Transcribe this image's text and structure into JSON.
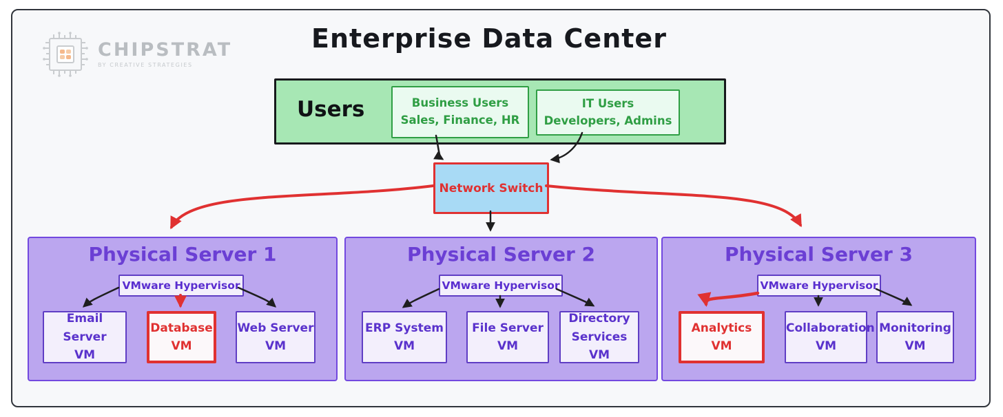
{
  "brand": {
    "name": "CHIPSTRAT",
    "tagline": "BY CREATIVE STRATEGIES"
  },
  "title": "Enterprise Data Center",
  "users_panel": {
    "label": "Users",
    "groups": [
      {
        "title": "Business Users",
        "subtitle": "Sales, Finance, HR"
      },
      {
        "title": "IT Users",
        "subtitle": "Developers, Admins"
      }
    ]
  },
  "network_switch": {
    "label": "Network Switch"
  },
  "servers": [
    {
      "title": "Physical Server 1",
      "hypervisor": "VMware Hypervisor",
      "vms": [
        {
          "name": "Email Server",
          "suffix": "VM",
          "highlighted": false
        },
        {
          "name": "Database",
          "suffix": "VM",
          "highlighted": true
        },
        {
          "name": "Web Server",
          "suffix": "VM",
          "highlighted": false
        }
      ]
    },
    {
      "title": "Physical Server 2",
      "hypervisor": "VMware Hypervisor",
      "vms": [
        {
          "name": "ERP System",
          "suffix": "VM",
          "highlighted": false
        },
        {
          "name": "File Server",
          "suffix": "VM",
          "highlighted": false
        },
        {
          "name": "Directory",
          "suffix": "Services VM",
          "highlighted": false
        }
      ]
    },
    {
      "title": "Physical Server 3",
      "hypervisor": "VMware Hypervisor",
      "vms": [
        {
          "name": "Analytics",
          "suffix": "VM",
          "highlighted": true
        },
        {
          "name": "Collaboration",
          "suffix": "VM",
          "highlighted": false
        },
        {
          "name": "Monitoring",
          "suffix": "VM",
          "highlighted": false
        }
      ]
    }
  ],
  "colors": {
    "frame_border": "#30343b",
    "canvas_bg": "#f7f8fa",
    "users_fill": "#a7e7b4",
    "users_group_fill": "#eafaf0",
    "green_accent": "#2f9e44",
    "switch_fill": "#a8daf5",
    "red_accent": "#e03131",
    "server_fill": "#bba6ef",
    "server_border": "#7248df",
    "purple_accent": "#5f3dc4",
    "vm_fill": "#f3effc",
    "ink_black": "#1e1e1e",
    "brand_gray": "#b9bdc1"
  }
}
